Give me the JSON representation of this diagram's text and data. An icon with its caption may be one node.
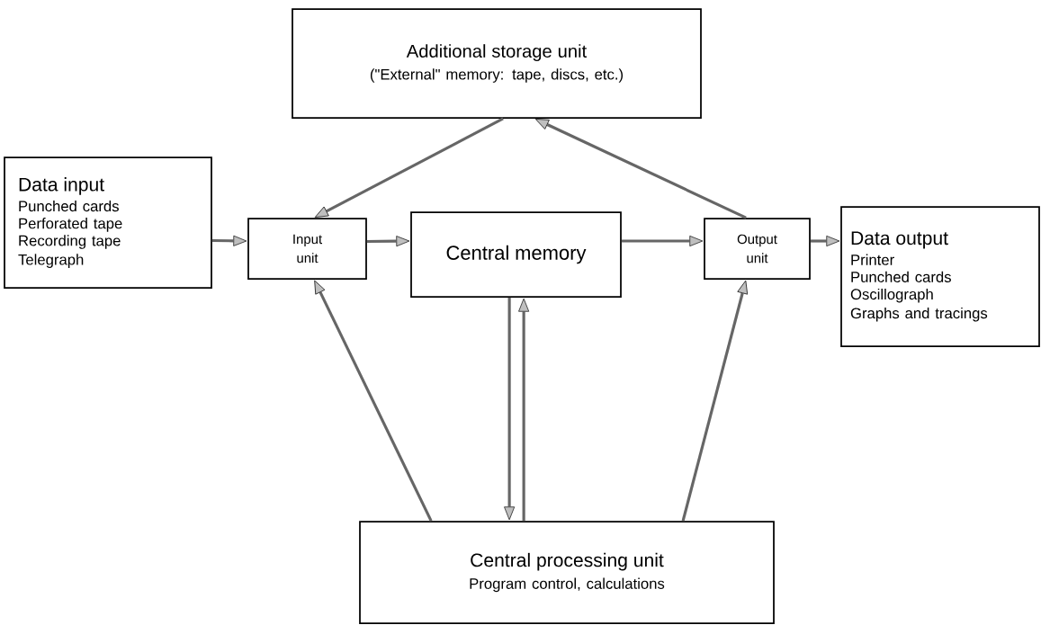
{
  "diagram": {
    "nodes": [
      {
        "text": [
          "Additional storage unit",
          "(\"External\" memory: tape, discs, etc.)"
        ]
      },
      {
        "text": [
          "Data input",
          "Punched cards",
          "Perforated tape",
          "Recording tape",
          "Telegraph"
        ]
      },
      {
        "text": [
          "Input unit"
        ]
      },
      {
        "text": [
          "Central memory"
        ]
      },
      {
        "text": [
          "Output unit"
        ]
      },
      {
        "text": [
          "Data output",
          "Printer",
          "Punched cards",
          "Oscillograph",
          "Graphs and tracings"
        ]
      },
      {
        "text": [
          "Central processing unit",
          "Program control, calculations"
        ]
      }
    ],
    "edges": [
      {
        "from": 0,
        "to": 2,
        "arrow": "to"
      },
      {
        "from": 4,
        "to": 0,
        "arrow": "to"
      },
      {
        "from": 1,
        "to": 2,
        "arrow": "to"
      },
      {
        "from": 2,
        "to": 3,
        "arrow": "to"
      },
      {
        "from": 3,
        "to": 4,
        "arrow": "to"
      },
      {
        "from": 4,
        "to": 5,
        "arrow": "to"
      },
      {
        "from": 3,
        "to": 6,
        "arrow": "to"
      },
      {
        "from": 6,
        "to": 3,
        "arrow": "to"
      },
      {
        "from": 6,
        "to": 2,
        "arrow": "to"
      },
      {
        "from": 6,
        "to": 4,
        "arrow": "to"
      }
    ]
  }
}
